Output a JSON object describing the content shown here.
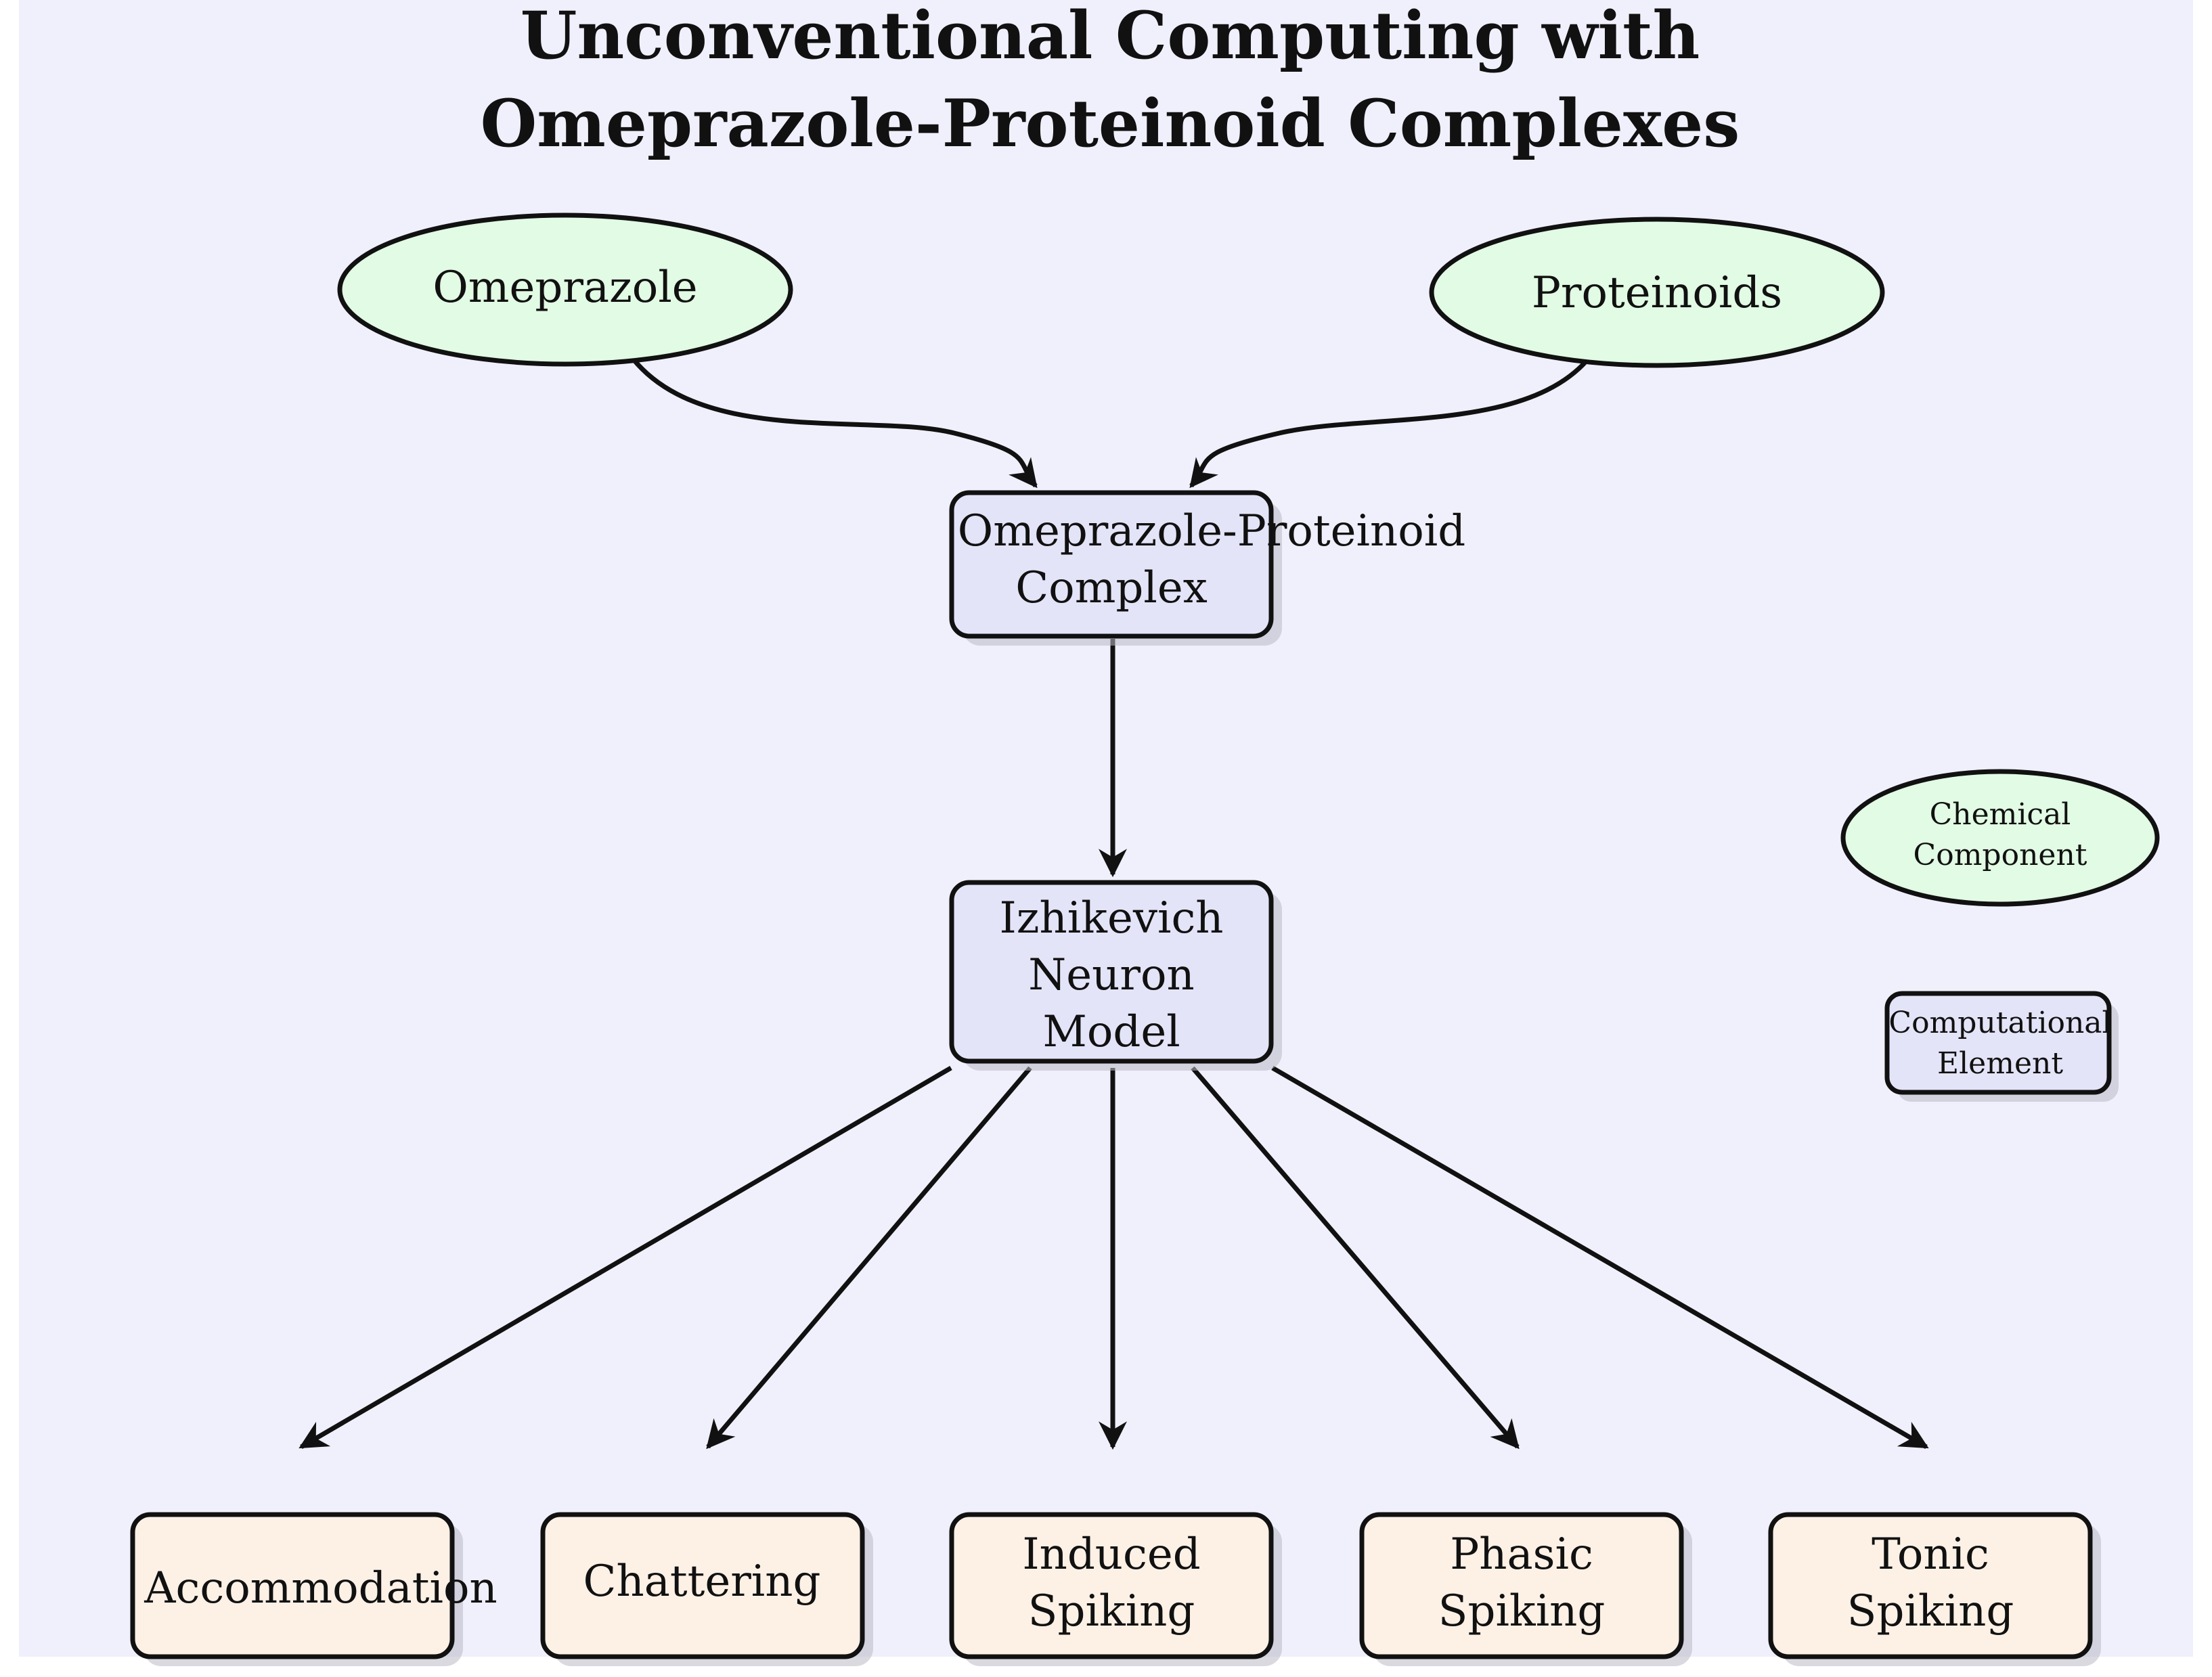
{
  "title": {
    "line1": "Unconventional Computing with",
    "line2": "Omeprazole-Proteinoid Complexes"
  },
  "colors": {
    "background": "#f0f0fc",
    "chemical_fill": "#e2fbe4",
    "computational_fill": "#e4e4f9",
    "behavior_fill": "#fdf1e6",
    "stroke": "#111111"
  },
  "nodes": {
    "omeprazole": {
      "lines": [
        "Omeprazole"
      ]
    },
    "proteinoids": {
      "lines": [
        "Proteinoids"
      ]
    },
    "complex": {
      "lines": [
        "Omeprazole-Proteinoid",
        "Complex"
      ]
    },
    "izhikevich": {
      "lines": [
        "Izhikevich",
        "Neuron",
        "Model"
      ]
    },
    "accommodation": {
      "lines": [
        "Accommodation"
      ]
    },
    "chattering": {
      "lines": [
        "Chattering"
      ]
    },
    "induced": {
      "lines": [
        "Induced",
        "Spiking"
      ]
    },
    "phasic": {
      "lines": [
        "Phasic",
        "Spiking"
      ]
    },
    "tonic": {
      "lines": [
        "Tonic",
        "Spiking"
      ]
    }
  },
  "legend": {
    "chemical": {
      "lines": [
        "Chemical",
        "Component"
      ]
    },
    "computational": {
      "lines": [
        "Computational",
        "Element"
      ]
    }
  }
}
